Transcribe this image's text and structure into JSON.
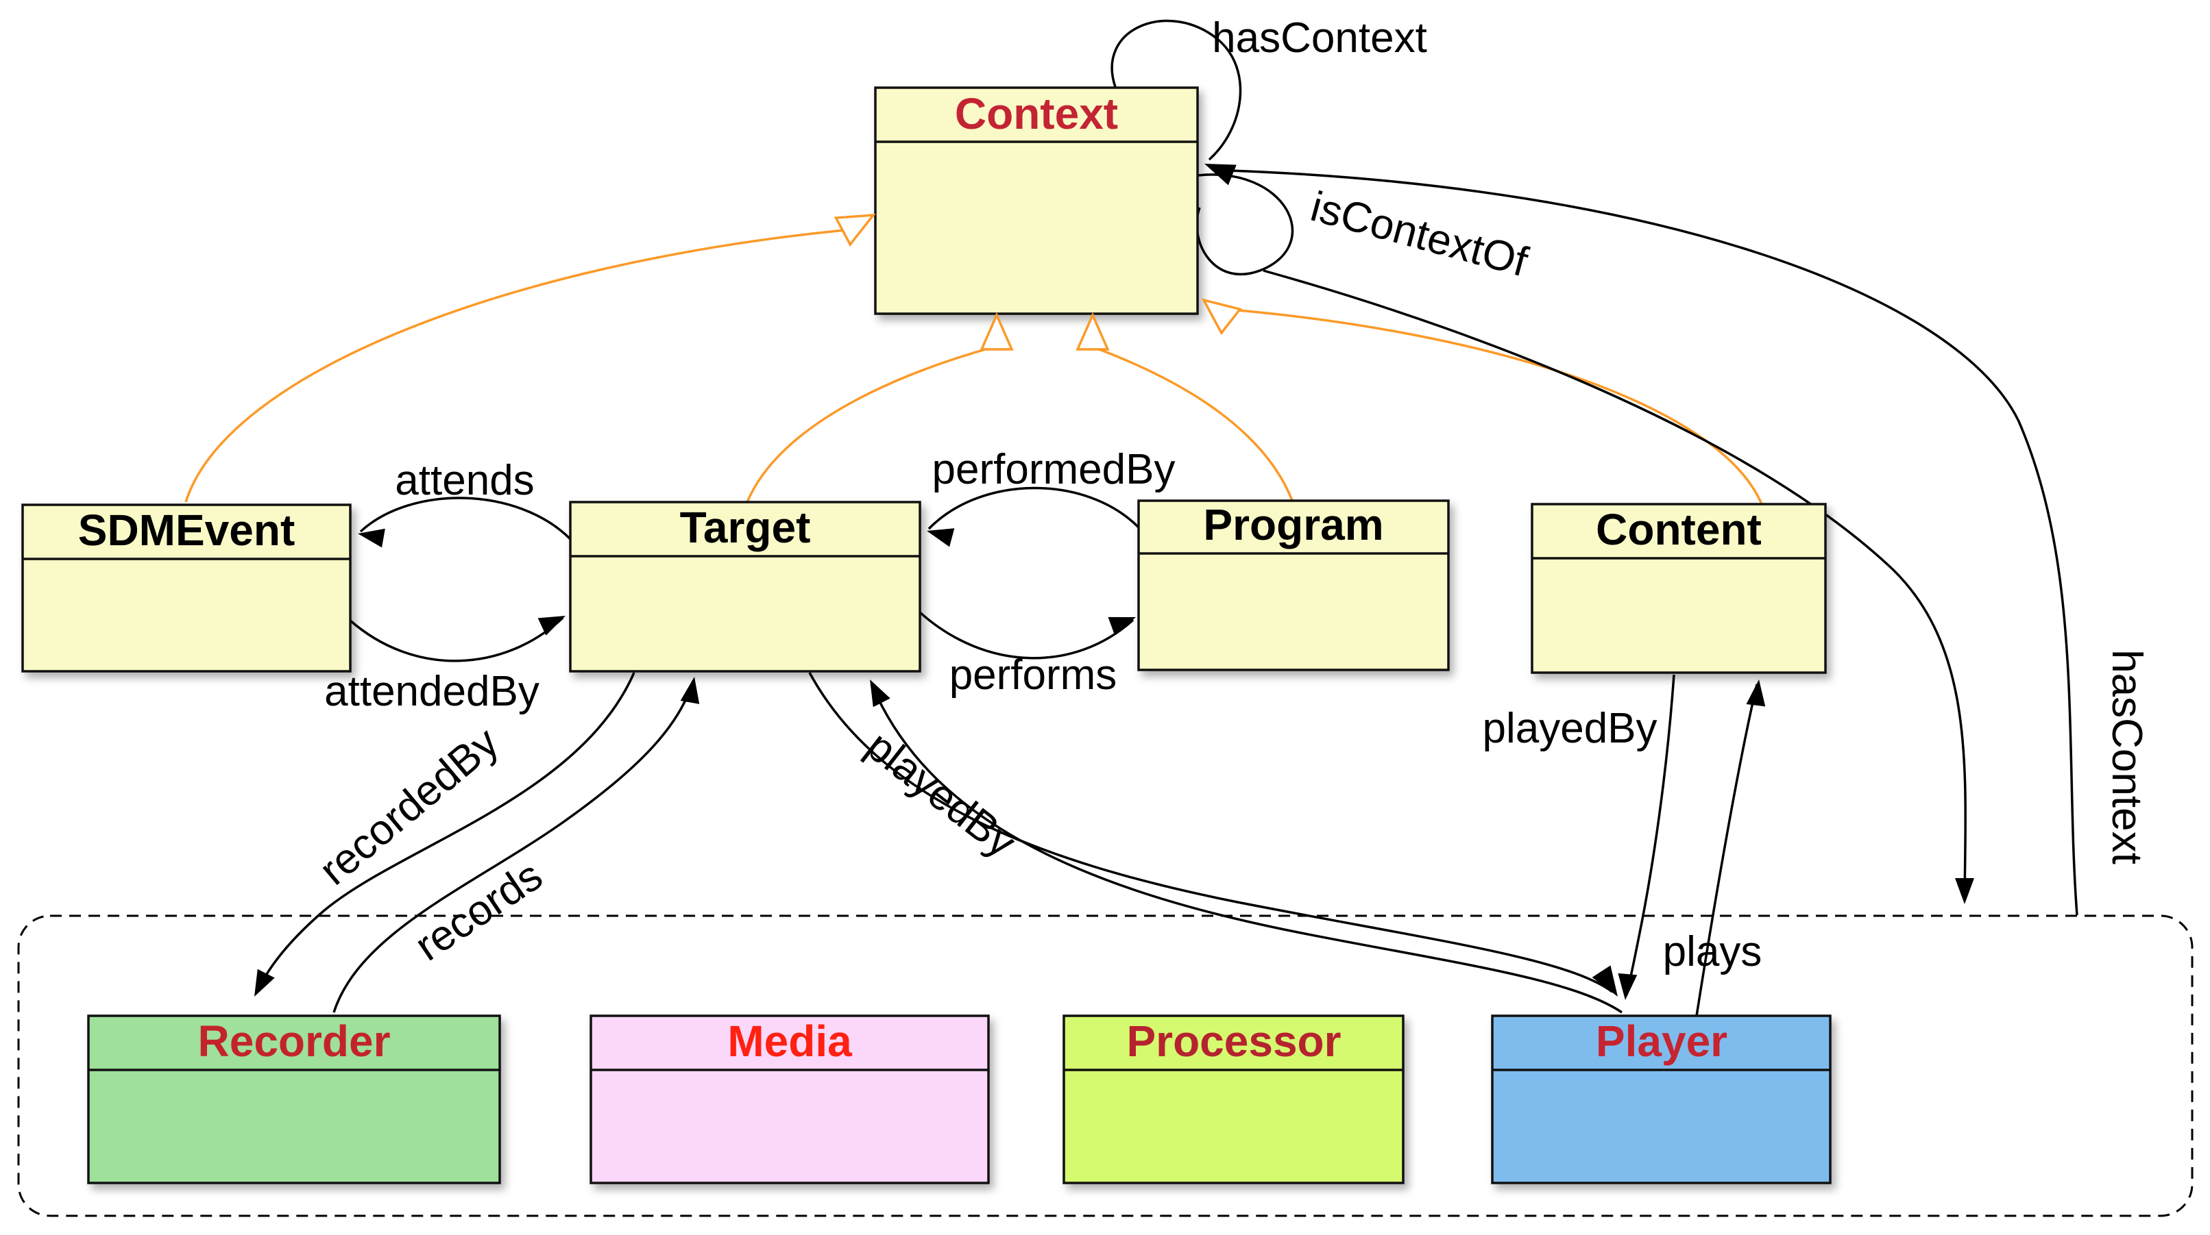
{
  "colors": {
    "class_fill_yellow": "#FAFAC8",
    "recorder_fill": "#9FE09B",
    "media_fill": "#FBD7F9",
    "processor_fill": "#D5FA70",
    "player_fill": "#7FBCEE",
    "context_title": "#C32433",
    "black_title": "#000000",
    "recorder_title": "#C3242C",
    "media_title": "#FF2112",
    "processor_title": "#B5232F",
    "player_title": "#C62430",
    "generalization_orange": "#FB9A28",
    "edge_black": "#000000"
  },
  "classes": {
    "context": {
      "title": "Context"
    },
    "sdmevent": {
      "title": "SDMEvent"
    },
    "target": {
      "title": "Target"
    },
    "program": {
      "title": "Program"
    },
    "content": {
      "title": "Content"
    },
    "recorder": {
      "title": "Recorder"
    },
    "media": {
      "title": "Media"
    },
    "processor": {
      "title": "Processor"
    },
    "player": {
      "title": "Player"
    }
  },
  "edges": {
    "has_context_self": {
      "label": "hasContext"
    },
    "is_context_of": {
      "label": "isContextOf"
    },
    "has_context_right": {
      "label": "hasContext"
    },
    "attends": {
      "label": "attends"
    },
    "attended_by": {
      "label": "attendedBy"
    },
    "performed_by": {
      "label": "performedBy"
    },
    "performs": {
      "label": "performs"
    },
    "recorded_by": {
      "label": "recordedBy"
    },
    "records": {
      "label": "records"
    },
    "played_by_target": {
      "label": "playedBy"
    },
    "played_by_content": {
      "label": "playedBy"
    },
    "plays": {
      "label": "plays"
    }
  }
}
